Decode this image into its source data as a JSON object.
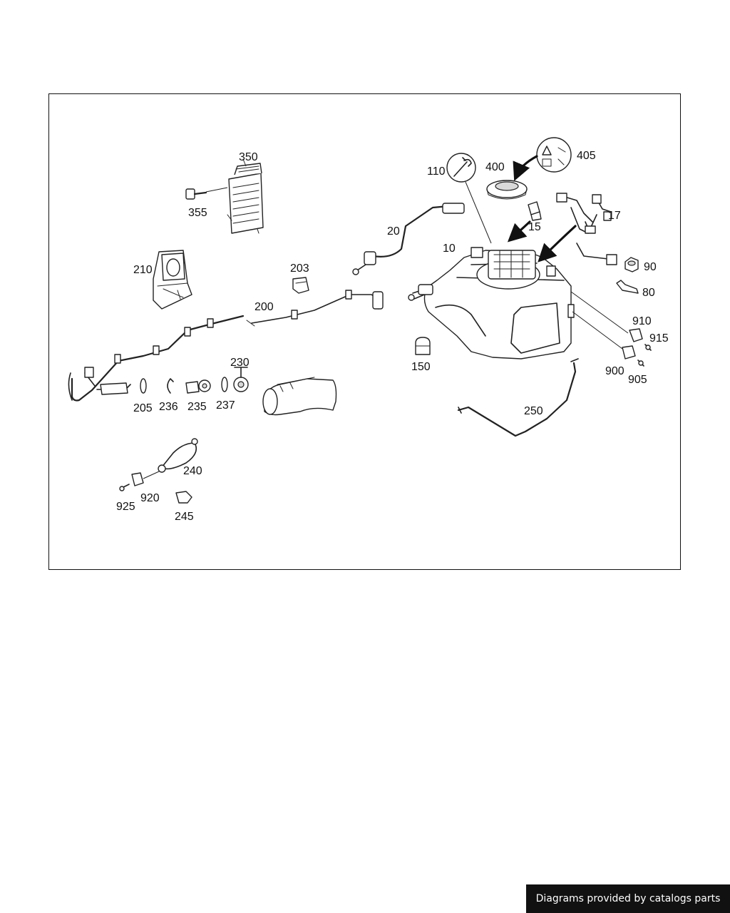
{
  "labels": {
    "p350": "350",
    "p355": "355",
    "p210": "210",
    "p203": "203",
    "p200": "200",
    "p20": "20",
    "p10": "10",
    "p110": "110",
    "p400": "400",
    "p405": "405",
    "p15": "15",
    "p17": "17",
    "p90": "90",
    "p80": "80",
    "p910": "910",
    "p915": "915",
    "p900": "900",
    "p905": "905",
    "p150": "150",
    "p250": "250",
    "p230": "230",
    "p205": "205",
    "p236": "236",
    "p235": "235",
    "p237": "237",
    "p240": "240",
    "p920": "920",
    "p925": "925",
    "p245": "245"
  },
  "footer": {
    "credit": "Diagrams provided by catalogs parts"
  }
}
